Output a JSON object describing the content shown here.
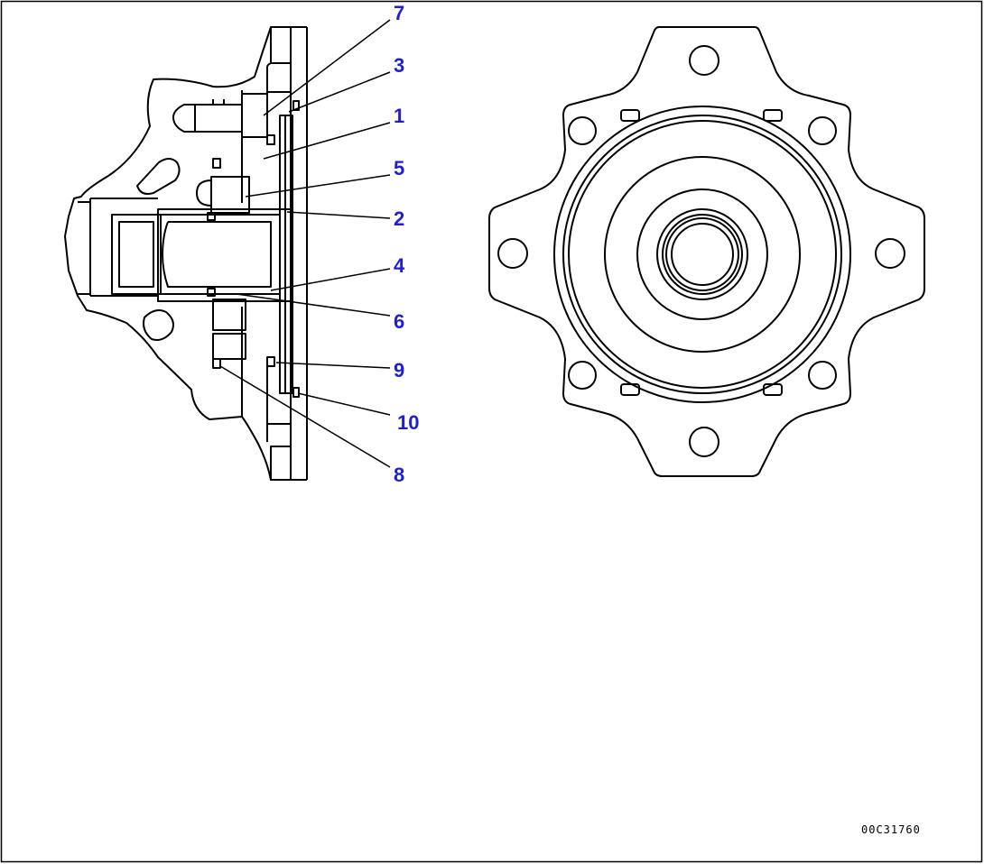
{
  "diagram": {
    "callouts": {
      "c7": "7",
      "c3": "3",
      "c1": "1",
      "c5": "5",
      "c2": "2",
      "c4": "4",
      "c6": "6",
      "c9": "9",
      "c10": "10",
      "c8": "8"
    },
    "drawing_code": "00C31760"
  },
  "colors": {
    "callout": "#1f1fd1",
    "line": "#000000",
    "background": "#ffffff"
  }
}
